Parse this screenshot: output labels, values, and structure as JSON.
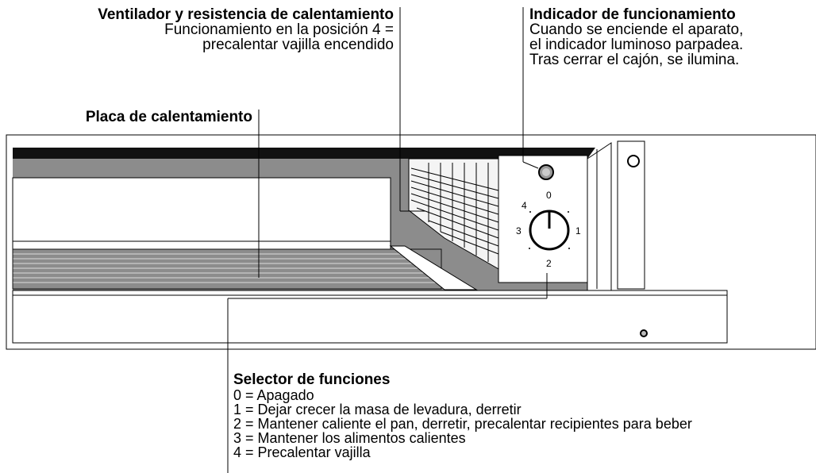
{
  "callouts": {
    "ventilador": {
      "title": "Ventilador y resistencia de calentamiento",
      "lines": [
        "Funcionamiento en la posición 4 =",
        "precalentar vajilla encendido"
      ]
    },
    "indicador": {
      "title": "Indicador de funcionamiento",
      "lines": [
        "Cuando se enciende el aparato,",
        "el indicador luminoso parpadea.",
        "Tras cerrar el cajón, se ilumina."
      ]
    },
    "placa": {
      "title": "Placa de calentamiento"
    },
    "selector": {
      "title": "Selector de funciones",
      "lines": [
        "0 = Apagado",
        "1 = Dejar crecer la masa de levadura, derretir",
        "2 = Mantener caliente el pan, derretir, precalentar recipientes para beber",
        "3 = Mantener los alimentos calientes",
        "4 = Precalentar vajilla"
      ]
    }
  },
  "dial": {
    "positions": [
      "0",
      "1",
      "2",
      "3",
      "4"
    ]
  }
}
